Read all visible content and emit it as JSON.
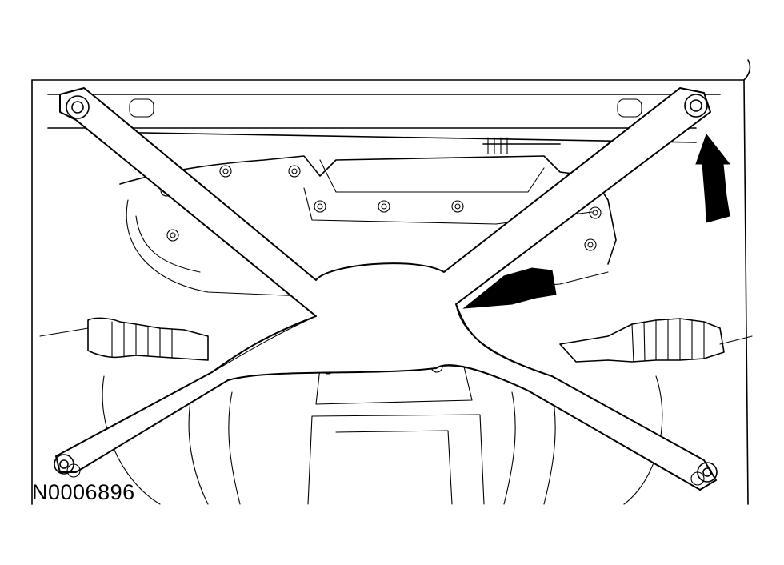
{
  "figure": {
    "reference_code": "N0006896",
    "colors": {
      "line": "#000000",
      "background": "#ffffff"
    },
    "callouts": [
      {
        "name": "arrow-indicator-center",
        "direction": "pointing-left-down"
      },
      {
        "name": "arrow-indicator-right",
        "direction": "pointing-up"
      }
    ]
  }
}
